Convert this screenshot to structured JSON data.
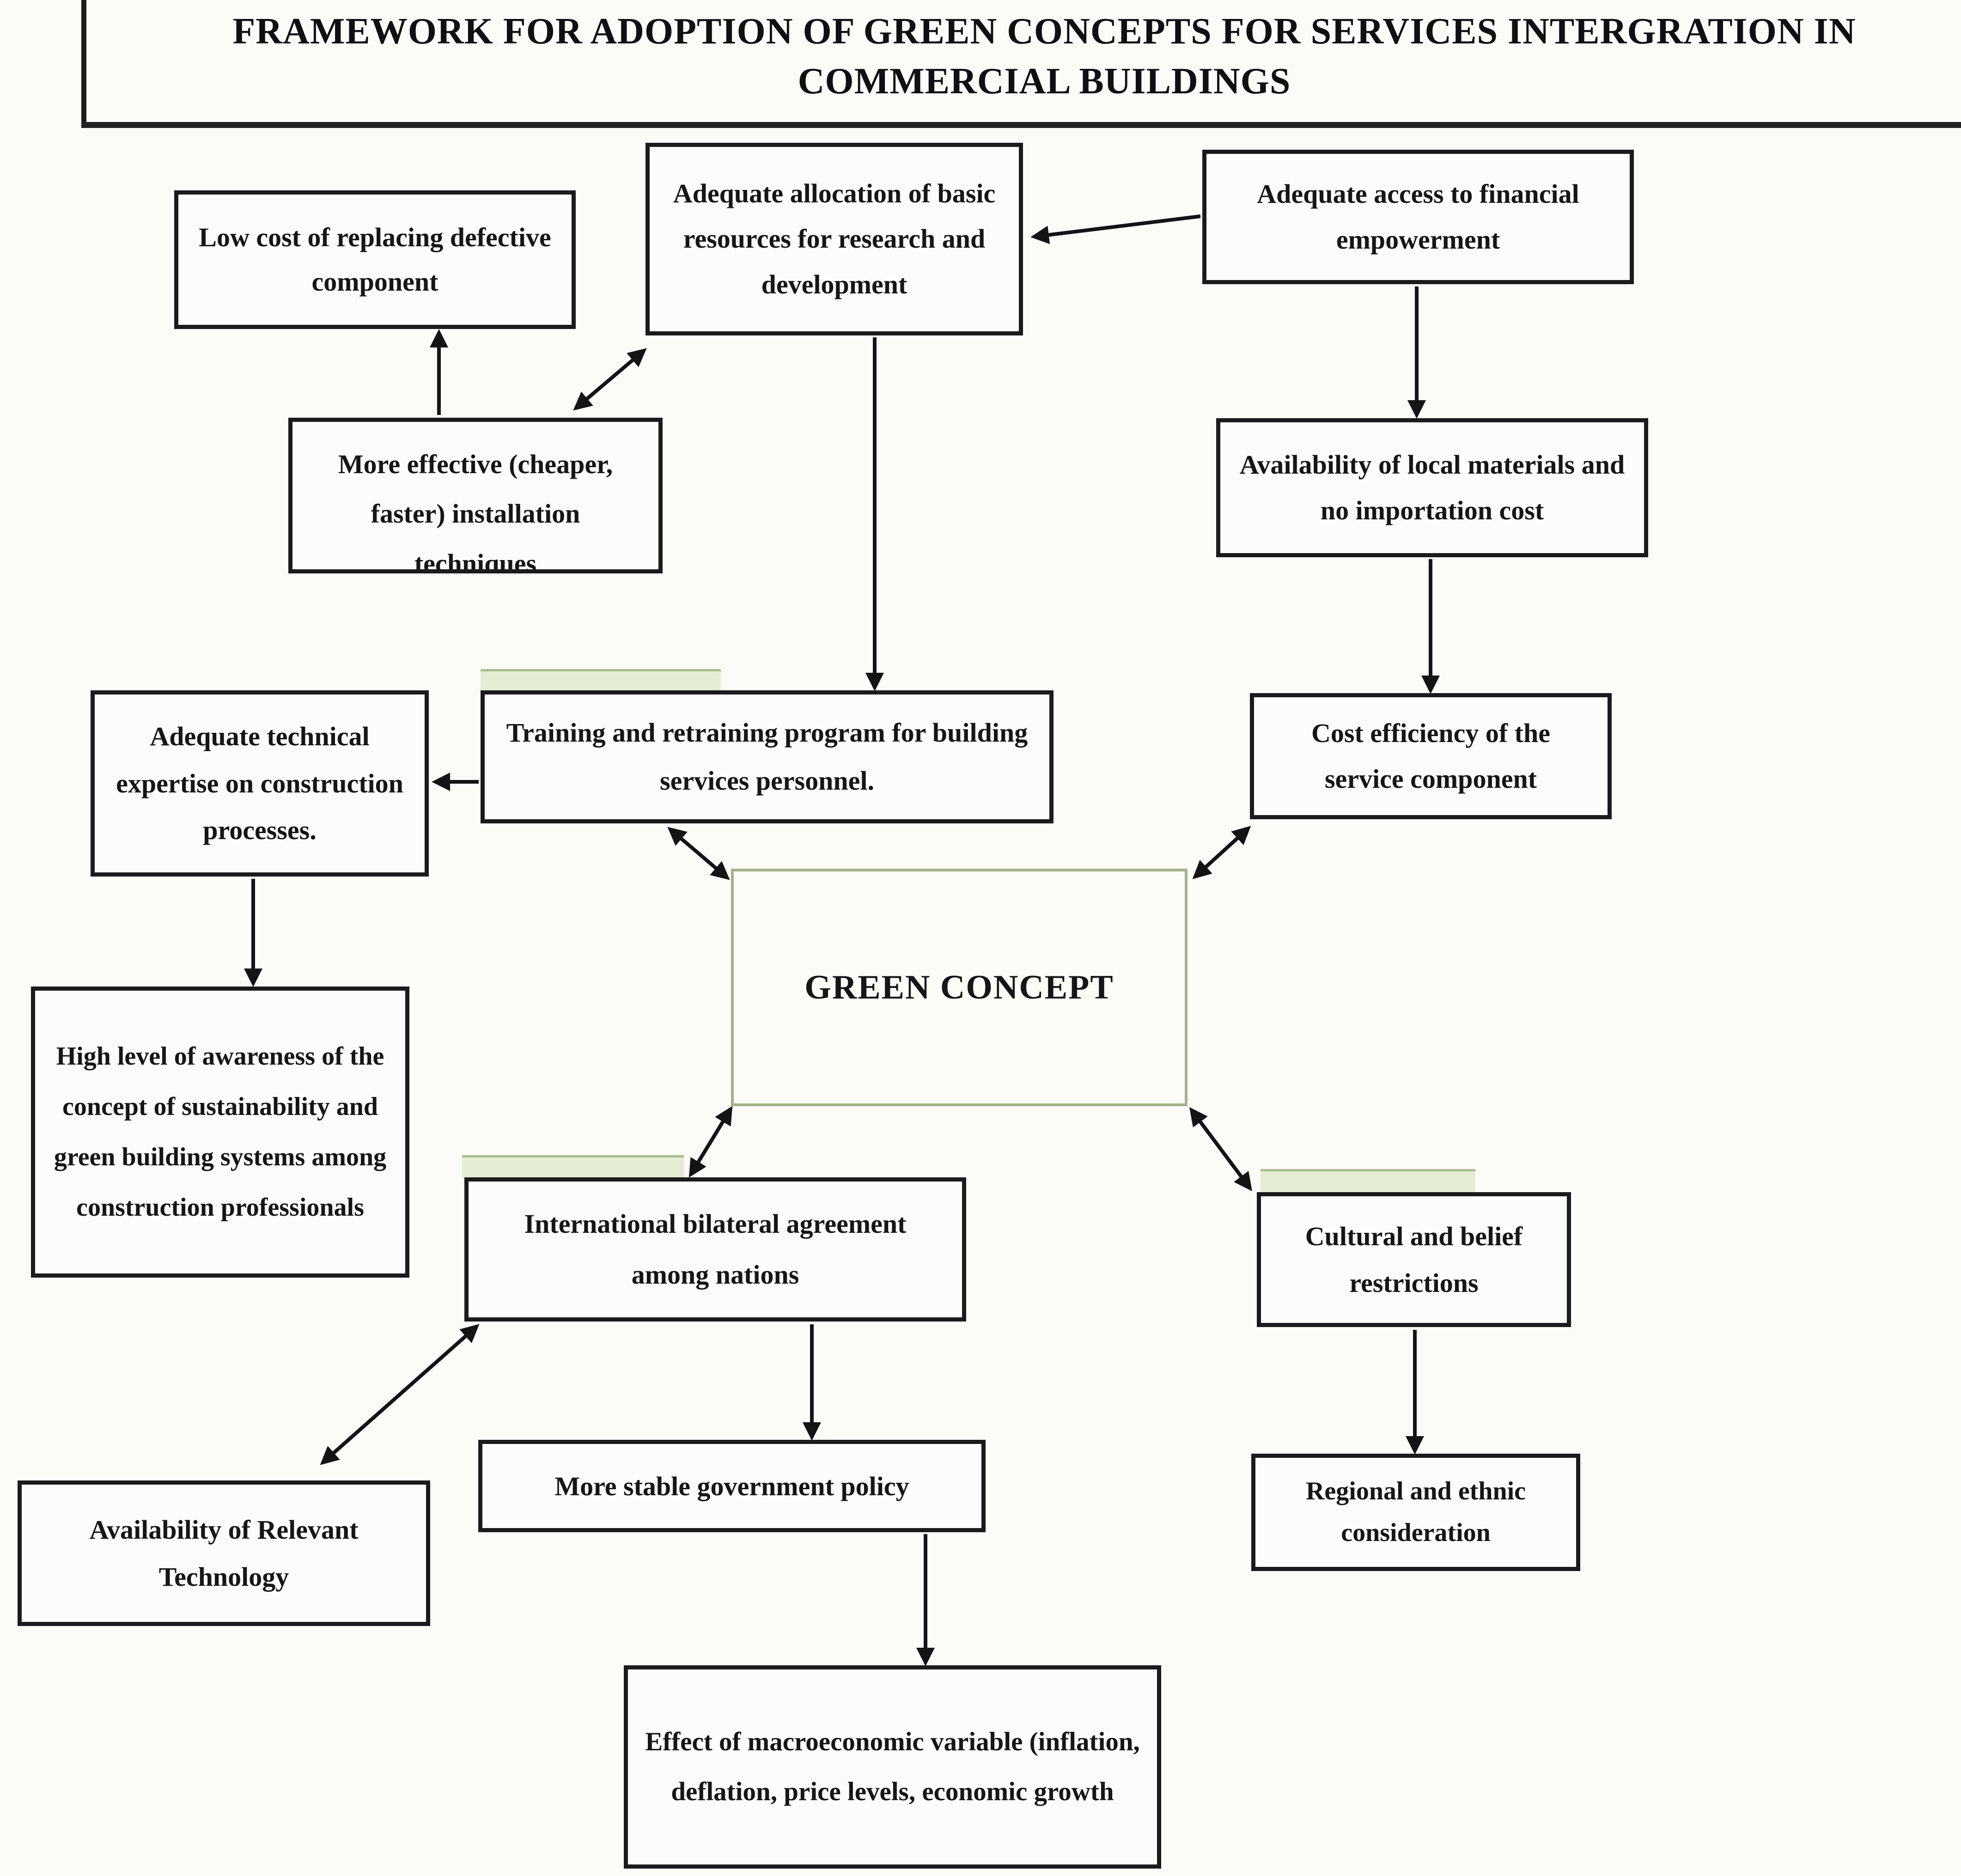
{
  "title": "FRAMEWORK FOR ADOPTION OF GREEN CONCEPTS FOR SERVICES INTERGRATION IN COMMERCIAL BUILDINGS",
  "nodes": {
    "low_cost": "Low cost of replacing defective component",
    "adequate_allocation": "Adequate allocation of basic resources for research and development",
    "financial_access": "Adequate access to financial empowerment",
    "installation": "More effective (cheaper, faster) installation techniques",
    "local_materials": "Availability of local materials and no importation cost",
    "technical_expertise": "Adequate technical expertise on construction processes.",
    "training": "Training and retraining program for building services personnel.",
    "cost_efficiency": "Cost efficiency of the service component",
    "green_concept": "GREEN CONCEPT",
    "awareness": "High level of awareness of the concept of sustainability and green building systems among construction professionals",
    "bilateral": "International bilateral agreement among nations",
    "cultural": "Cultural and belief restrictions",
    "technology": "Availability of Relevant Technology",
    "government_policy": "More stable government policy",
    "regional": "Regional and ethnic consideration",
    "macroeconomic": "Effect of macroeconomic variable (inflation, deflation, price levels, economic growth"
  },
  "colors": {
    "box_border": "#1b1b1b",
    "green_border": "#a3b388",
    "green_band": "#e4ecd4",
    "background": "#fbfbf8",
    "text": "#151515"
  }
}
